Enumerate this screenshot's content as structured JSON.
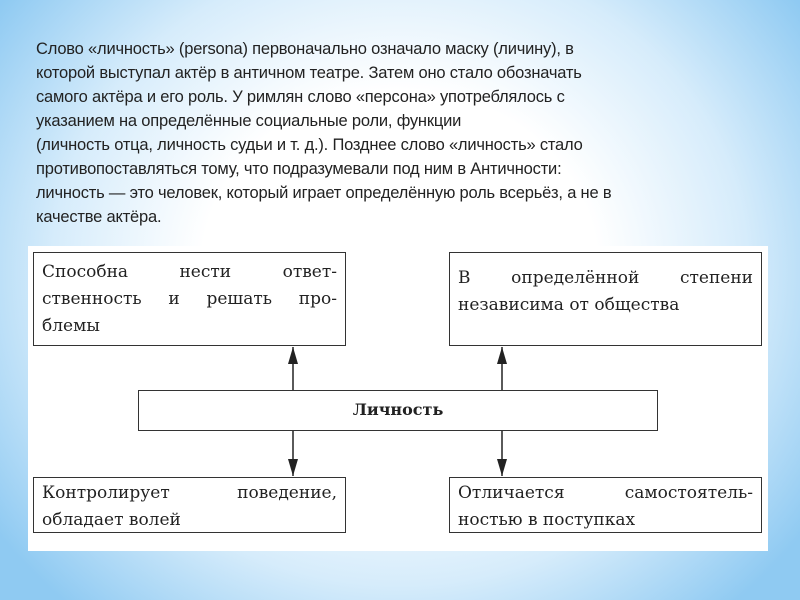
{
  "paragraph": {
    "lines": [
      "Слово «личность» (persona) первоначально означало маску (личину), в",
      "которой выступал актёр в античном театре. Затем оно стало обозначать",
      "самого актёра и его роль. У римлян слово «персона» употреблялось с",
      "указанием на определённые социальные роли, функции",
      "(личность отца, личность судьи и т. д.). Позднее слово «личность» стало",
      "противопоставляться тому, что подразумевали под ним в Античности:",
      "личность — это человек, который играет определённую роль всерьёз, а не в",
      "качестве актёра."
    ]
  },
  "diagram": {
    "center": "Личность",
    "top_left": [
      "Способна нести ответ-",
      "ственность и решать про-",
      "блемы"
    ],
    "top_right": [
      "В определённой степени",
      "независима от общества"
    ],
    "bottom_left": [
      "Контролирует поведение,",
      "обладает волей"
    ],
    "bottom_right": [
      "Отличается самостоятель-",
      "ностью в поступках"
    ]
  }
}
